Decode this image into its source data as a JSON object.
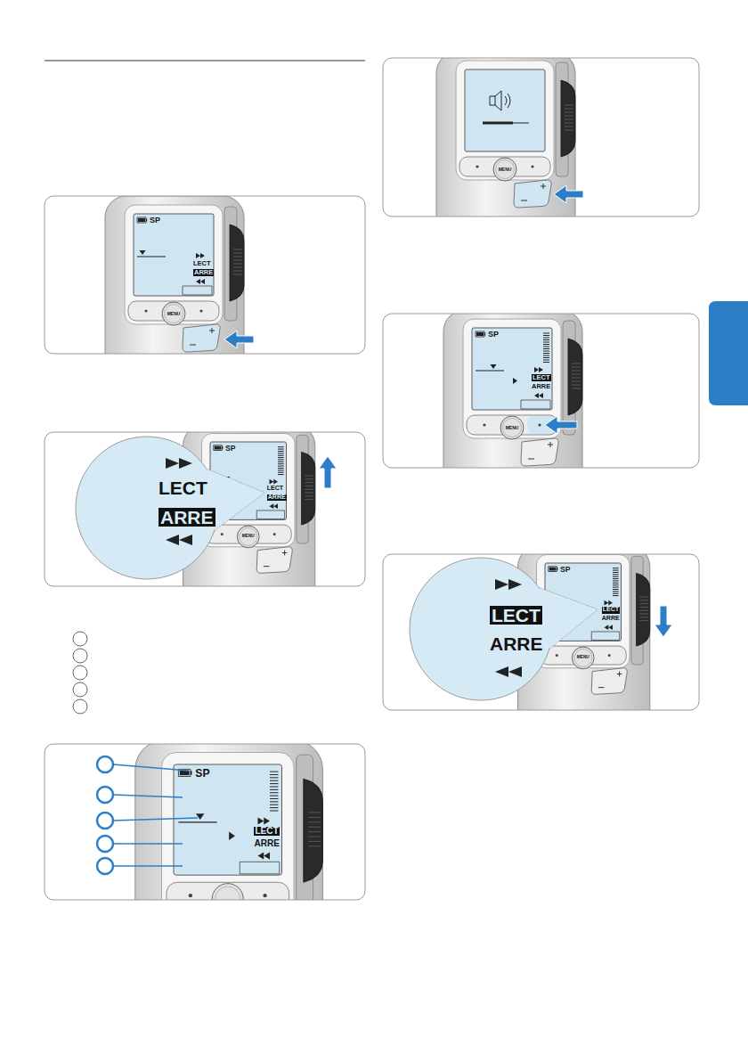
{
  "diagram": {
    "labels": [
      "SP",
      "LECT",
      "ARRE",
      "MENU",
      "LECT",
      "ARRE",
      "SP",
      "LECT",
      "ARRE",
      "MENU",
      "SP",
      "LECT",
      "ARRE",
      "MENU",
      "SP",
      "LECT",
      "ARRE",
      "MENU",
      "LECT",
      "ARRE",
      "SP",
      "LECT",
      "ARRE",
      "MENU"
    ]
  }
}
